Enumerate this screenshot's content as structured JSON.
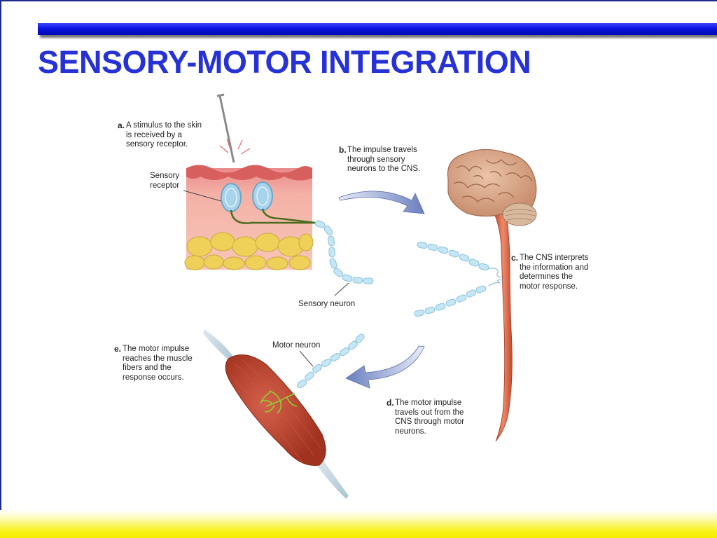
{
  "slide": {
    "title": "SENSORY-MOTOR INTEGRATION"
  },
  "labels": {
    "sensory_receptor": "Sensory\nreceptor",
    "sensory_neuron": "Sensory neuron",
    "motor_neuron": "Motor neuron"
  },
  "captions": {
    "a": {
      "letter": "a.",
      "text": "A stimulus to the skin\nis received by a\nsensory receptor."
    },
    "b": {
      "letter": "b.",
      "text": "The impulse travels\nthrough sensory\nneurons to the CNS."
    },
    "c": {
      "letter": "c.",
      "text": "The CNS interprets\nthe information and\ndetermines the\nmotor response."
    },
    "d": {
      "letter": "d.",
      "text": "The motor impulse\ntravels out from the\nCNS through motor\nneurons."
    },
    "e": {
      "letter": "e.",
      "text": "The motor impulse\nreaches the muscle\nfibers and the\nresponse occurs."
    }
  },
  "colors": {
    "title": "#2632d6",
    "title_bar": "#0a14e0",
    "footer": "#f5ee00",
    "spinal_cord": "#d9654a",
    "brain": "#d9a98c",
    "muscle": "#b8402e",
    "neuron": "#bfe3f3",
    "arrow": "#7f91c6"
  }
}
